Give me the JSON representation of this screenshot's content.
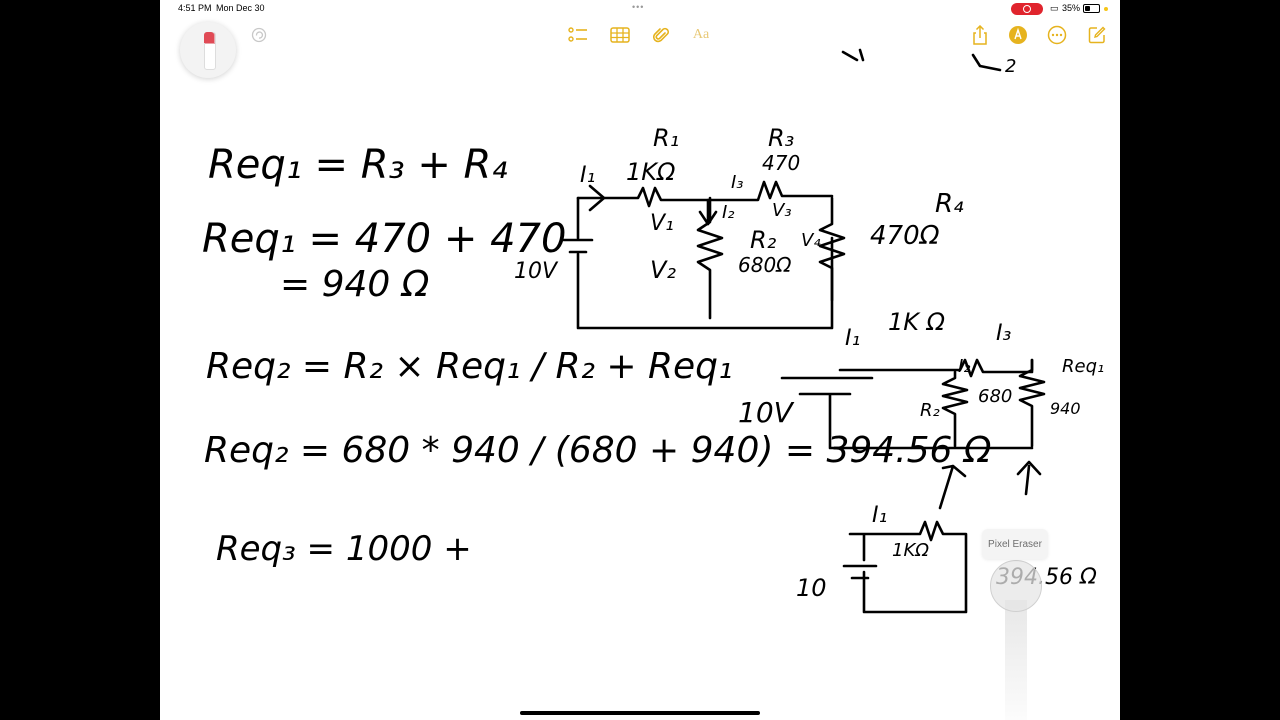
{
  "status_bar": {
    "time": "4:51 PM",
    "date": "Mon Dec 30",
    "battery": "35%",
    "battery_level": 0.35
  },
  "toolbar": {
    "text_style_label": "Aa",
    "accent_color": "#e6b31e"
  },
  "tool_tip": {
    "pixel_eraser": "Pixel Eraser"
  },
  "notes": {
    "left_column": [
      "Req₁ = R₃ + R₄",
      "Req₁ = 470 + 470",
      "= 940 Ω",
      "Req₂ = R₂ × Req₁ / R₂ + Req₁",
      "Req₂ = 680 * 940 / (680 + 940) = 394.56 Ω",
      "Req₃ = 1000 +"
    ],
    "circuit_labels": {
      "r1": "R₁",
      "r1_value": "1KΩ",
      "r3": "R₃",
      "r3_value": "470",
      "r4": "R₄",
      "r4_value": "470Ω",
      "r2": "R₂",
      "r2_value": "680Ω",
      "source": "10V",
      "i1": "I₁",
      "i2": "I₂",
      "i3": "I₃",
      "v1": "V₁",
      "v2": "V₂",
      "v3": "V₃",
      "v4": "V₄",
      "mid_r1": "1K Ω",
      "mid_source": "10V",
      "mid_r2_value": "680",
      "mid_req1": "Req₁",
      "mid_req1_value": "940",
      "low_r1": "1KΩ",
      "low_source": "10",
      "low_value": "394.56 Ω"
    }
  }
}
